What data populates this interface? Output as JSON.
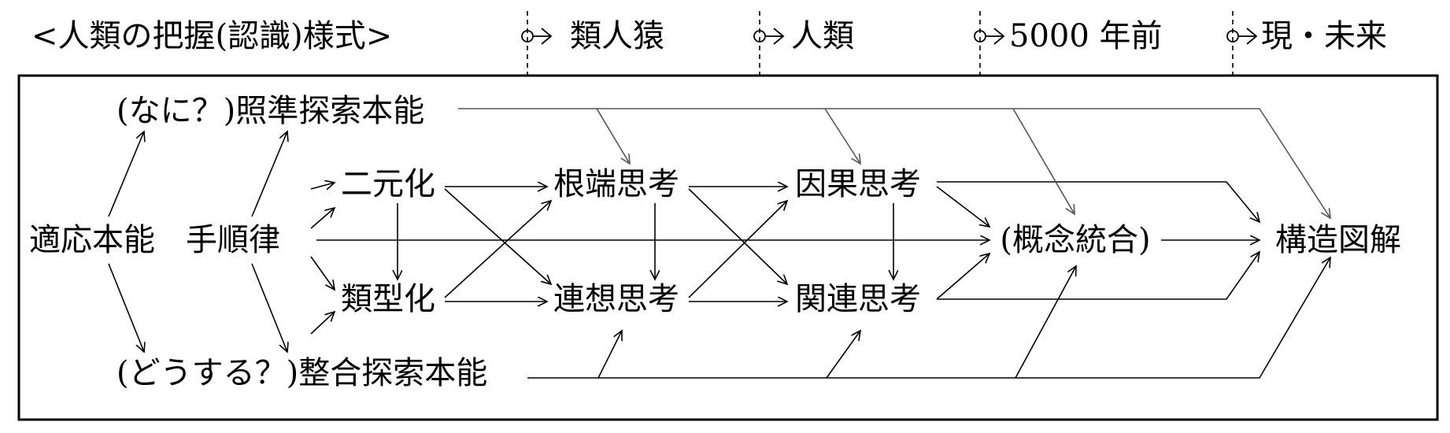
{
  "header": {
    "title": "<人類の把握(認識)様式>",
    "eras": [
      "類人猿",
      "人類",
      "5000 年前",
      "現・未来"
    ]
  },
  "nodes": {
    "adapt": "適応本能",
    "procedure": "手順律",
    "what": "(なに？)照準探索本能",
    "how": "(どうする？)整合探索本能",
    "binary": "二元化",
    "typify": "類型化",
    "root": "根端思考",
    "assoc": "連想思考",
    "cause": "因果思考",
    "relate": "関連思考",
    "concept": "(概念統合)",
    "structure": "構造図解"
  },
  "colors": {
    "line": "#000000",
    "gray_arrow": "#555555"
  }
}
